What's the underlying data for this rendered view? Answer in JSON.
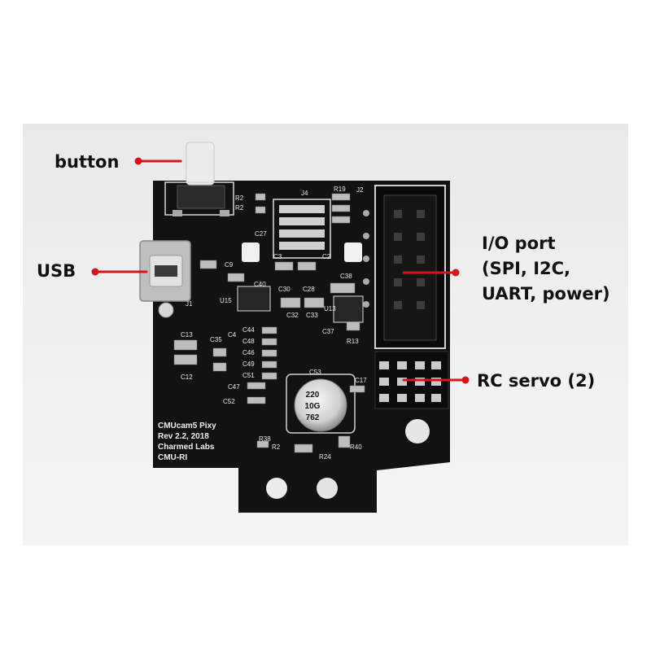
{
  "annotations": {
    "button": "button",
    "usb": "USB",
    "io_port": [
      "I/O port",
      "(SPI, I2C,",
      "UART, power)"
    ],
    "rc_servo": "RC servo (2)"
  },
  "silkscreen": {
    "board_lines": [
      "CMUcam5 Pixy",
      "Rev 2.2, 2018",
      "Charmed Labs",
      "CMU-RI"
    ],
    "capacitor_marking": [
      "220",
      "10G",
      "762"
    ],
    "refs": {
      "r2a": "R2",
      "r2b": "R2",
      "j4": "J4",
      "r19": "R19",
      "j2": "J2",
      "c27": "C27",
      "c9": "C9",
      "c40": "C40",
      "c30": "C30",
      "c28": "C28",
      "c3": "C3",
      "c2": "C2",
      "c38": "C38",
      "u15": "U15",
      "u13": "U13",
      "c32": "C32",
      "c33": "C33",
      "c37": "C37",
      "r13": "R13",
      "j1": "J1",
      "c44": "C44",
      "c48": "C48",
      "c46": "C46",
      "c49": "C49",
      "c51": "C51",
      "c47": "C47",
      "c52": "C52",
      "c53": "C53",
      "c13": "C13",
      "c35": "C35",
      "c4": "C4",
      "c12": "C12",
      "c17": "C17",
      "r38": "R38",
      "r20": "R2",
      "r24": "R24",
      "r40": "R40"
    }
  },
  "colors": {
    "pcb": "#111111",
    "callout_line": "#d7141a",
    "pad": "#b8b8b8",
    "silk": "#e6e6e6"
  }
}
